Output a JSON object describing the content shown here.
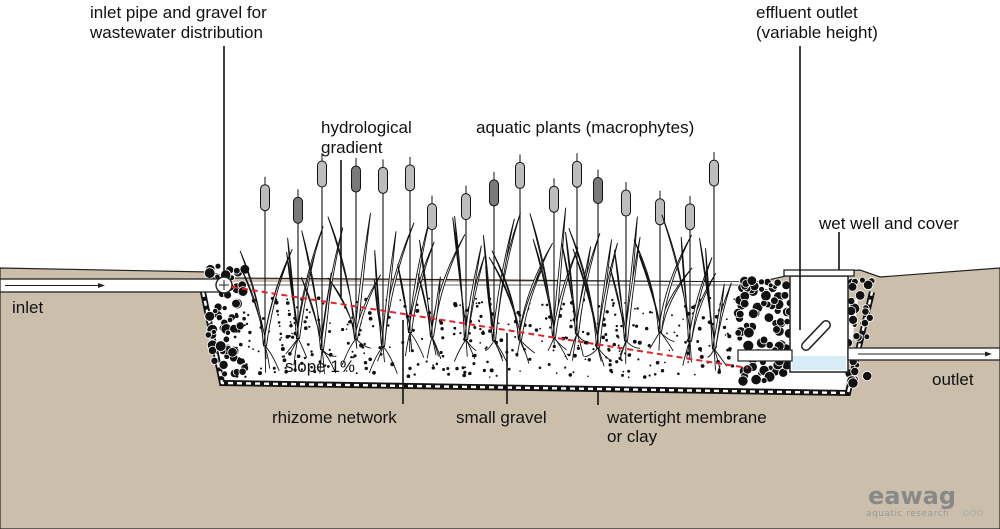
{
  "diagram": {
    "labels": {
      "inlet_pipe_line1": "inlet pipe and gravel for",
      "inlet_pipe_line2": "wastewater distribution",
      "effluent_line1": "effluent outlet",
      "effluent_line2": "(variable height)",
      "hydro_line1": "hydrological",
      "hydro_line2": "gradient",
      "aquatic_plants": "aquatic plants (macrophytes)",
      "wet_well": "wet well and cover",
      "inlet": "inlet",
      "outlet": "outlet",
      "slope": "slope 1%",
      "rhizome": "rhizome network",
      "small_gravel": "small gravel",
      "membrane_line1": "watertight membrane",
      "membrane_line2": "or clay"
    },
    "logo": {
      "name": "eawag",
      "tagline": "aquatic research"
    },
    "colors": {
      "soil": "#cbbfac",
      "gravel_fill": "#ffffff",
      "gradient_line": "#e0262b",
      "water": "#d6ecf7",
      "reed_dark": "#7a7a7a",
      "reed_light": "#bdbdbd",
      "leaf": "#ffffff"
    }
  }
}
